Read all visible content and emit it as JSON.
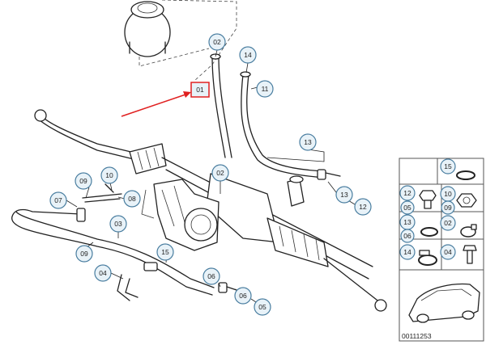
{
  "diagram": {
    "highlight_color": "#e02020",
    "callout_fill": "#e8f2f8",
    "callout_stroke": "#4a7ea0",
    "callouts": [
      {
        "id": "c02-hose",
        "label": "02"
      },
      {
        "id": "c14-hose",
        "label": "14"
      },
      {
        "id": "c01",
        "label": "01"
      },
      {
        "id": "c11",
        "label": "11"
      },
      {
        "id": "c13-top",
        "label": "13"
      },
      {
        "id": "c02-rack",
        "label": "02"
      },
      {
        "id": "c13-right",
        "label": "13"
      },
      {
        "id": "c12-right",
        "label": "12"
      },
      {
        "id": "c09-top",
        "label": "09"
      },
      {
        "id": "c10",
        "label": "10"
      },
      {
        "id": "c07",
        "label": "07"
      },
      {
        "id": "c08",
        "label": "08"
      },
      {
        "id": "c03",
        "label": "03"
      },
      {
        "id": "c09-bottom",
        "label": "09"
      },
      {
        "id": "c04",
        "label": "04"
      },
      {
        "id": "c15-hose",
        "label": "15"
      },
      {
        "id": "c06-a",
        "label": "06"
      },
      {
        "id": "c06-b",
        "label": "06"
      },
      {
        "id": "c05",
        "label": "05"
      }
    ],
    "legend_panel": {
      "items": [
        {
          "label": "15",
          "icon": "o-ring-icon"
        },
        {
          "label": "12",
          "icon": "banjo-bolt-icon"
        },
        {
          "label": "10",
          "icon": "hex-nut-icon"
        },
        {
          "label": "05",
          "icon": ""
        },
        {
          "label": "09",
          "icon": ""
        },
        {
          "label": "13",
          "icon": "sealing-ring-icon"
        },
        {
          "label": "02",
          "icon": "hose-clamp-icon"
        },
        {
          "label": "06",
          "icon": ""
        },
        {
          "label": "14",
          "icon": "band-clamp-icon"
        },
        {
          "label": "04",
          "icon": "bolt-icon"
        }
      ],
      "car_icon": "car-silhouette-icon",
      "diagram_number": "00111253"
    }
  }
}
